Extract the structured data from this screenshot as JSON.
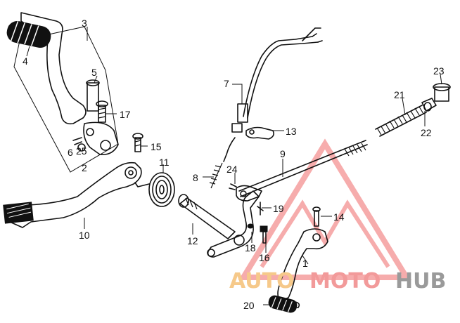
{
  "callouts": [
    {
      "id": "c1",
      "text": "1"
    },
    {
      "id": "c2",
      "text": "2"
    },
    {
      "id": "c3",
      "text": "3"
    },
    {
      "id": "c4",
      "text": "4"
    },
    {
      "id": "c5",
      "text": "5"
    },
    {
      "id": "c6",
      "text": "6"
    },
    {
      "id": "c7",
      "text": "7"
    },
    {
      "id": "c8",
      "text": "8"
    },
    {
      "id": "c9",
      "text": "9"
    },
    {
      "id": "c10",
      "text": "10"
    },
    {
      "id": "c11",
      "text": "11"
    },
    {
      "id": "c12",
      "text": "12"
    },
    {
      "id": "c13",
      "text": "13"
    },
    {
      "id": "c14",
      "text": "14"
    },
    {
      "id": "c15",
      "text": "15"
    },
    {
      "id": "c16",
      "text": "16"
    },
    {
      "id": "c17",
      "text": "17"
    },
    {
      "id": "c18",
      "text": "18"
    },
    {
      "id": "c19",
      "text": "19"
    },
    {
      "id": "c20",
      "text": "20"
    },
    {
      "id": "c21",
      "text": "21"
    },
    {
      "id": "c22",
      "text": "22"
    },
    {
      "id": "c23",
      "text": "23"
    },
    {
      "id": "c24",
      "text": "24"
    },
    {
      "id": "c25",
      "text": "25"
    }
  ],
  "watermark": {
    "part1": "AUTO",
    "part2": "MOTO",
    "part3": "HUB",
    "color_auto": "#f6c98a",
    "color_moto": "#f29a9a",
    "color_hub": "#9a9a9a",
    "logo_color": "#f06a6a"
  }
}
